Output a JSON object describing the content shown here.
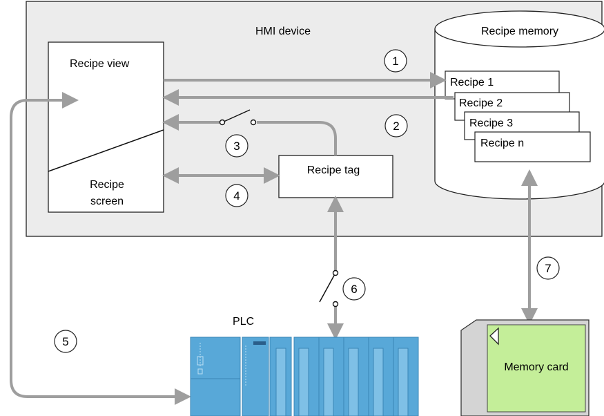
{
  "labels": {
    "hmi_device": "HMI device",
    "recipe_memory": "Recipe memory",
    "recipe_view": "Recipe view",
    "recipe_screen_1": "Recipe",
    "recipe_screen_2": "screen",
    "recipe_tag": "Recipe tag",
    "plc": "PLC",
    "memory_card": "Memory card"
  },
  "recipes": [
    "Recipe 1",
    "Recipe 2",
    "Recipe 3",
    "Recipe n"
  ],
  "step_numbers": [
    "1",
    "2",
    "3",
    "4",
    "5",
    "6",
    "7"
  ],
  "colors": {
    "hmi_panel": "#ececec",
    "arrow": "#9e9e9e",
    "plc_blue": "#58a8d8",
    "memory_card_green": "#c4ee99",
    "card_body": "#d4d4d4"
  }
}
